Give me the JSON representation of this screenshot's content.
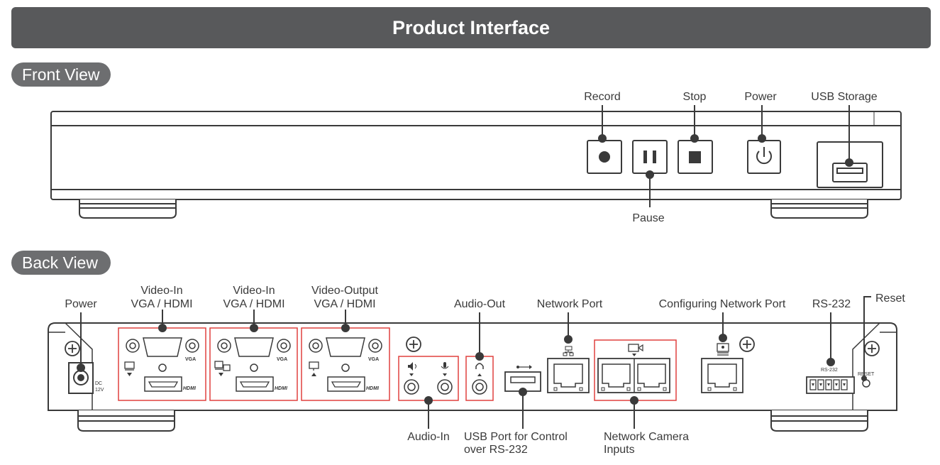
{
  "header": {
    "title": "Product Interface"
  },
  "front": {
    "section_label": "Front View",
    "labels": {
      "record": "Record",
      "stop": "Stop",
      "power": "Power",
      "usb_storage": "USB Storage",
      "pause": "Pause"
    }
  },
  "back": {
    "section_label": "Back View",
    "labels": {
      "power": "Power",
      "video_in_1_line1": "Video-In",
      "video_in_1_line2": "VGA / HDMI",
      "video_in_2_line1": "Video-In",
      "video_in_2_line2": "VGA / HDMI",
      "video_out_line1": "Video-Output",
      "video_out_line2": "VGA / HDMI",
      "audio_out": "Audio-Out",
      "network_port": "Network Port",
      "config_network_port": "Configuring Network Port",
      "rs232": "RS-232",
      "reset": "Reset",
      "audio_in": "Audio-In",
      "usb_control_line1": "USB Port for Control",
      "usb_control_line2": "over RS-232",
      "network_camera_line1": "Network Camera",
      "network_camera_line2": "Inputs"
    },
    "panel_text": {
      "vga_1": "VGA",
      "vga_2": "VGA",
      "vga_3": "VGA",
      "hdmi_1": "HDMI",
      "hdmi_2": "HDMI",
      "hdmi_3": "HDMI",
      "dc_1": "DC",
      "dc_2": "12V",
      "rs232_small": "RS-232",
      "reset_small": "RESET"
    }
  },
  "colors": {
    "title_bg": "#58595b",
    "pill_bg": "#6d6e70",
    "highlight": "#e0413f",
    "line": "#3a3a3a"
  }
}
